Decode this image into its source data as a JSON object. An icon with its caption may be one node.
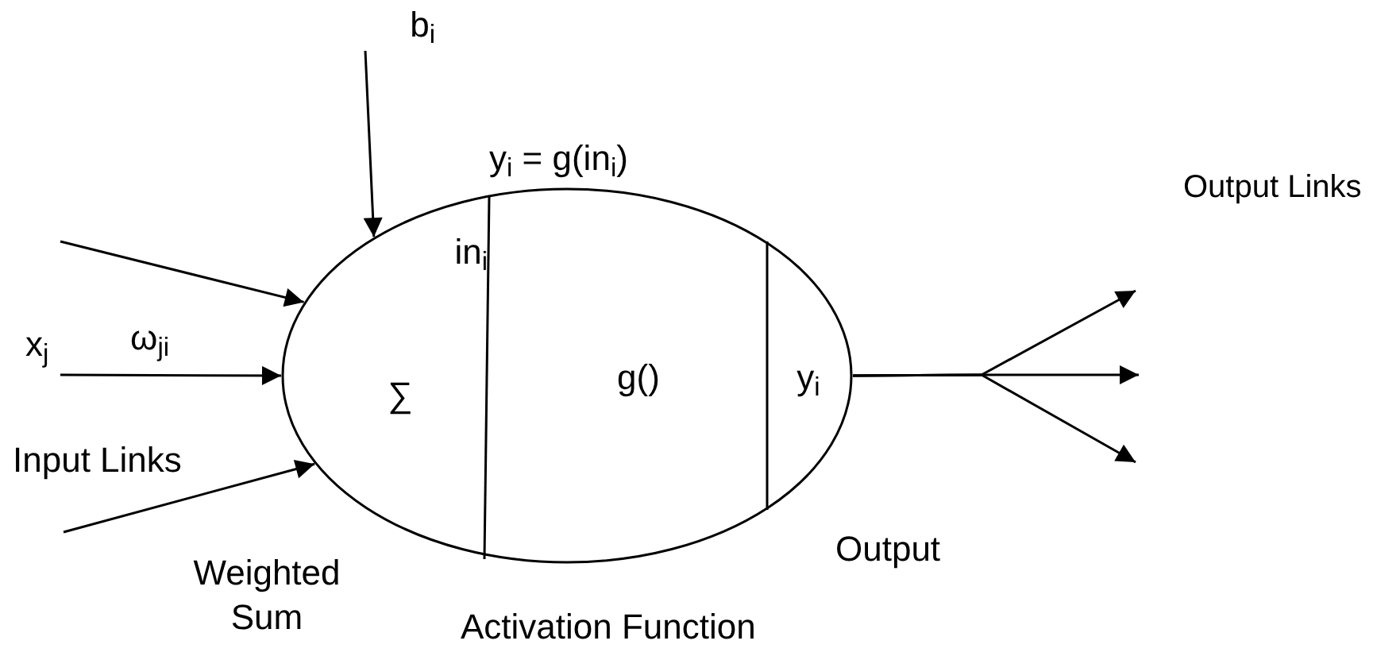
{
  "diagram": {
    "nodes": [
      {
        "text": [],
        "shape": "ellipse"
      },
      {
        "text": [
          "in$_{i}$",
          "∑"
        ],
        "in": 0
      },
      {
        "text": [
          "g()"
        ],
        "in": 0
      },
      {
        "text": [
          "y$_{i}$"
        ],
        "in": 0
      },
      {
        "text": [
          "b$_{i}$"
        ]
      }
    ],
    "edges": [
      {
        "from": null,
        "to": 0,
        "arrow": "to"
      },
      {
        "from": null,
        "to": 0,
        "arrow": "to",
        "label": "ω$_{ji}$"
      },
      {
        "from": null,
        "to": 0,
        "arrow": "to"
      },
      {
        "from": 4,
        "to": 0,
        "arrow": "to"
      },
      {
        "from": 0,
        "to": null,
        "arrow": "to"
      },
      {
        "from": 0,
        "to": null,
        "arrow": "to"
      },
      {
        "from": 0,
        "to": null,
        "arrow": "to"
      }
    ],
    "labels": [
      "y$_{i}$ = g(in$_{i}$)",
      "Output Links",
      "x$_{j}$",
      "Input Links",
      "Weighted Sum",
      "Output",
      "Activation Function"
    ]
  }
}
